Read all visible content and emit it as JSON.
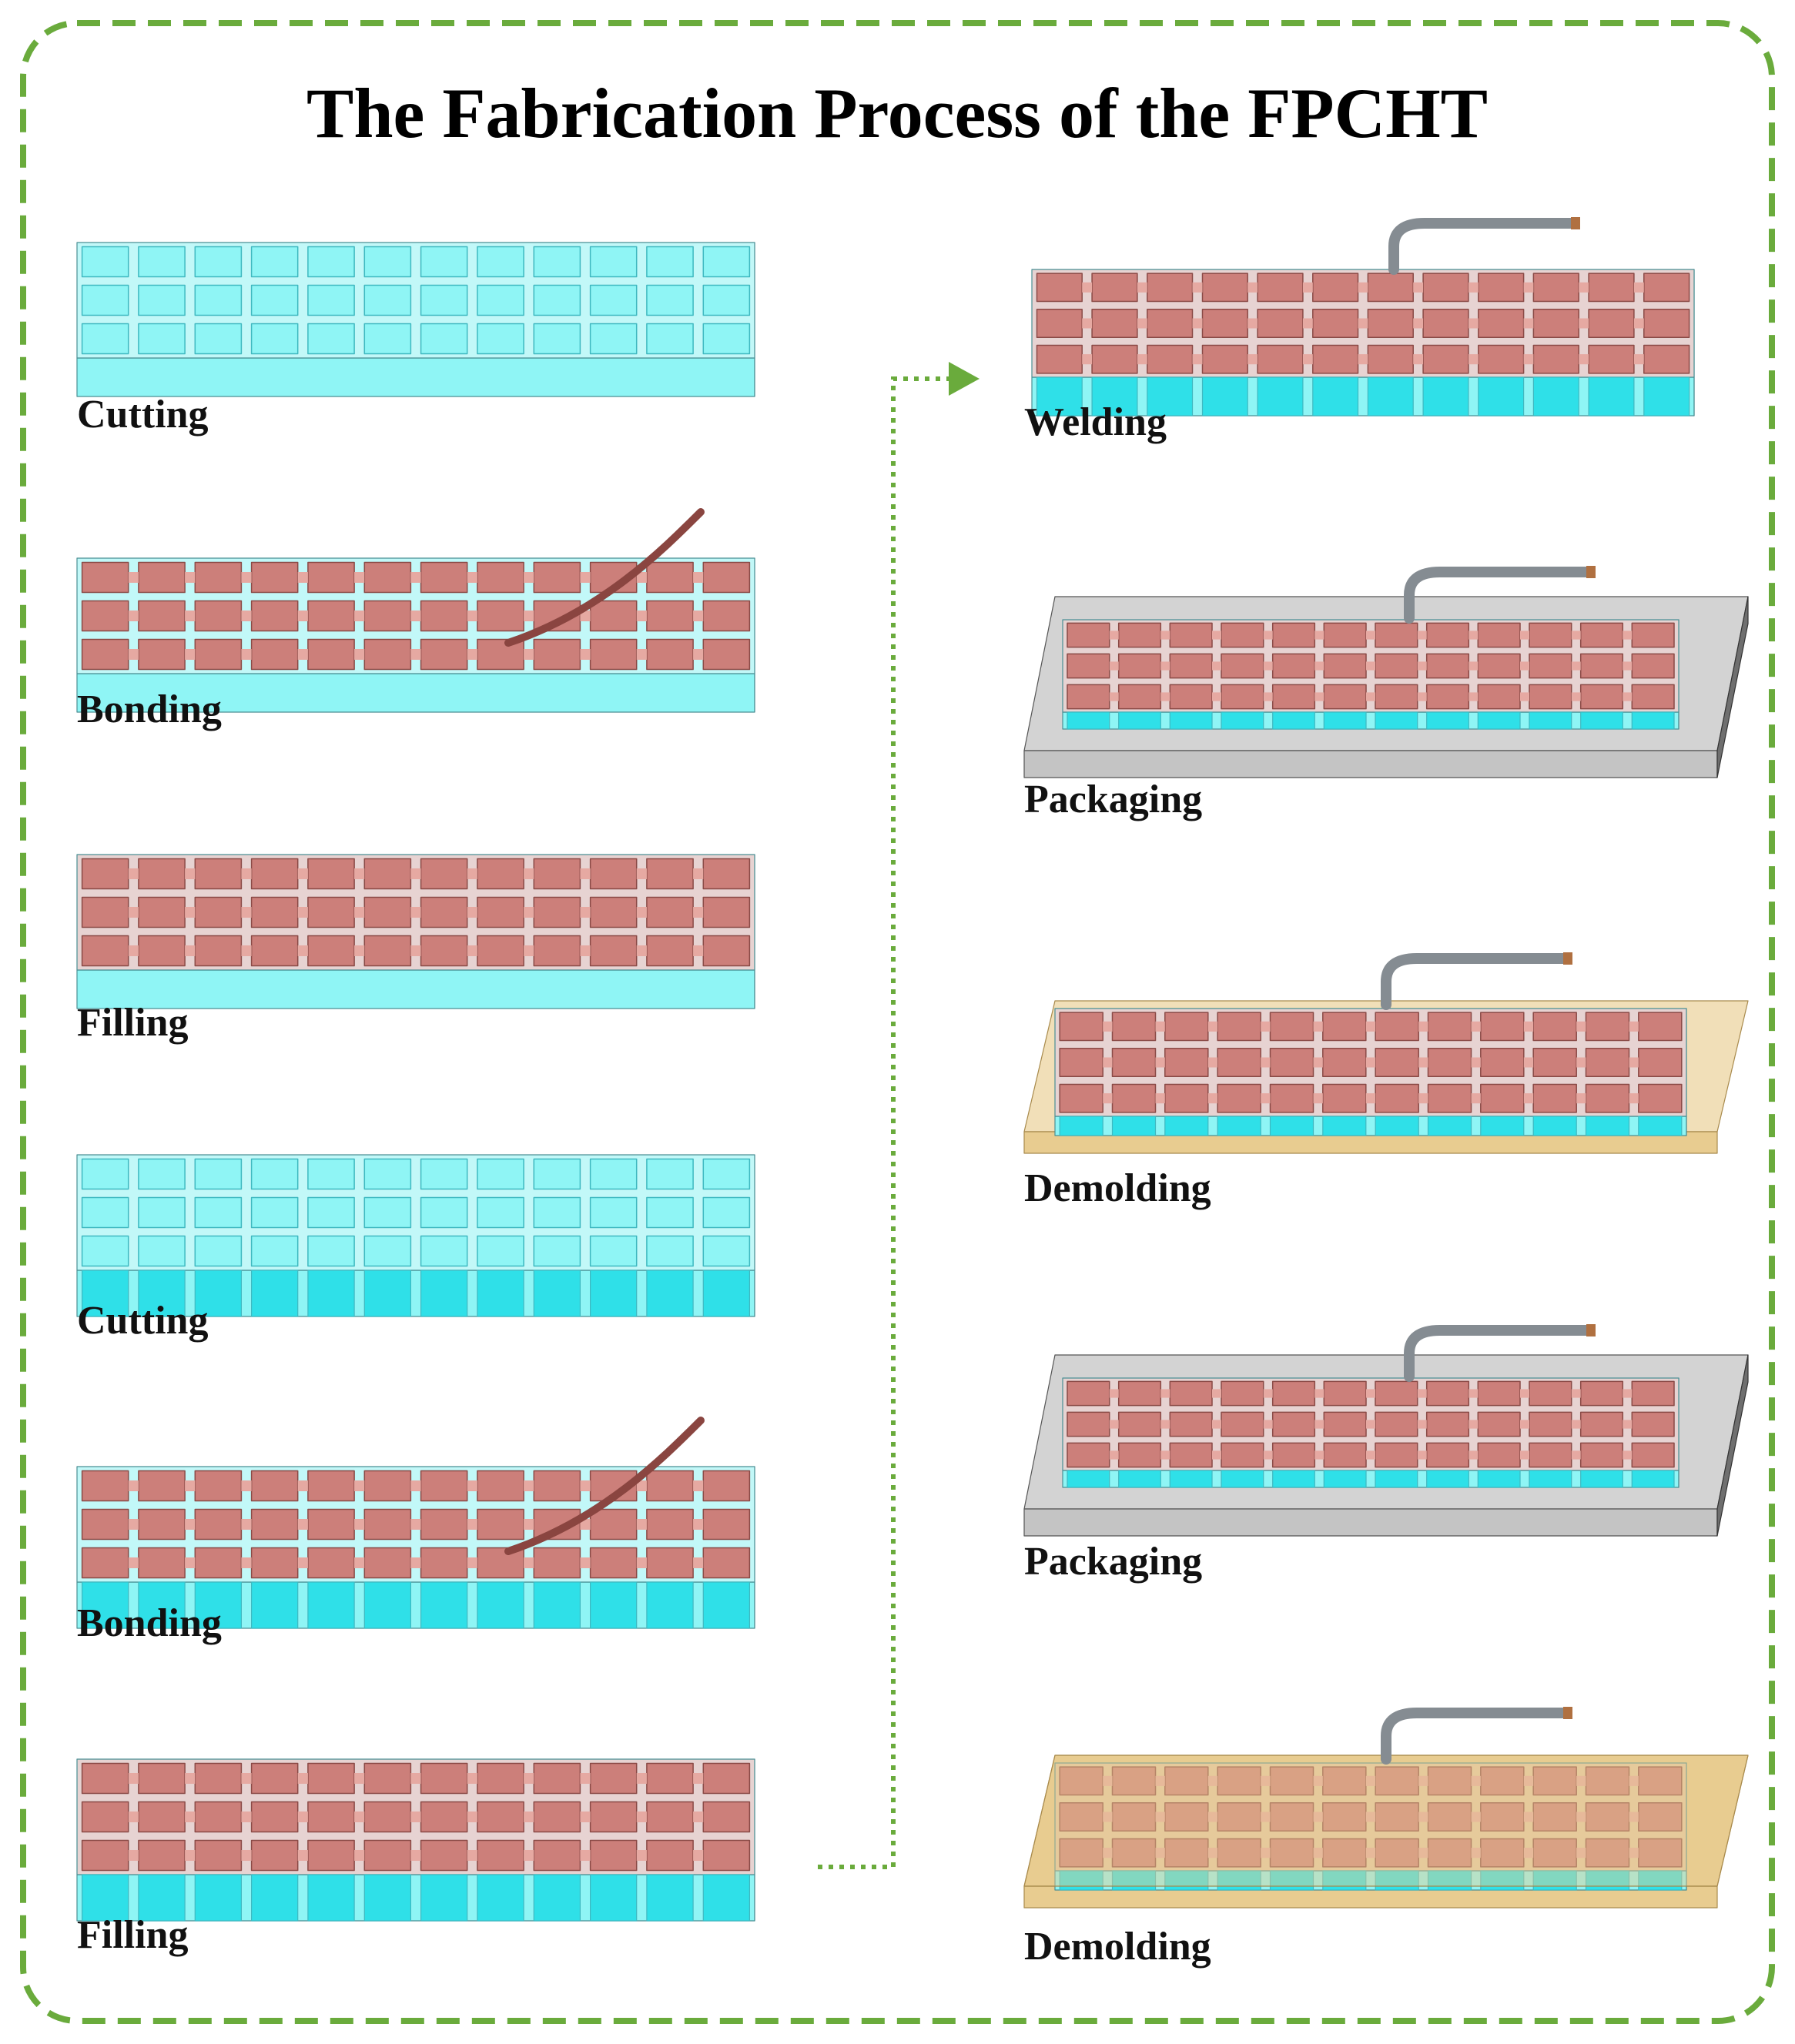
{
  "title": "The Fabrication Process of the FPCHT",
  "colors": {
    "border": "#6aab3c",
    "arrow": "#6aab3c",
    "base_cyan": "#8ff5f5",
    "base_cyan_side": "#2fe0e8",
    "copper": "#cc7f7a",
    "copper_side": "#a85550",
    "mold_gray": "#d3d3d3",
    "mold_dark": "#6f6f6f",
    "resin_amber": "#e8cc90",
    "pipe": "#858c92"
  },
  "left_column": [
    {
      "label": "Cutting",
      "variant": "cut-plain"
    },
    {
      "label": "Bonding",
      "variant": "bond"
    },
    {
      "label": "Filling",
      "variant": "fill"
    },
    {
      "label": "Cutting",
      "variant": "cut-deep"
    },
    {
      "label": "Bonding",
      "variant": "bond-deep"
    },
    {
      "label": "Filling",
      "variant": "fill-deep"
    }
  ],
  "right_column": [
    {
      "label": "Welding",
      "variant": "weld"
    },
    {
      "label": "Packaging",
      "variant": "pack"
    },
    {
      "label": "Demolding",
      "variant": "demold"
    },
    {
      "label": "Packaging",
      "variant": "pack"
    },
    {
      "label": "Demolding",
      "variant": "demold-full"
    }
  ]
}
